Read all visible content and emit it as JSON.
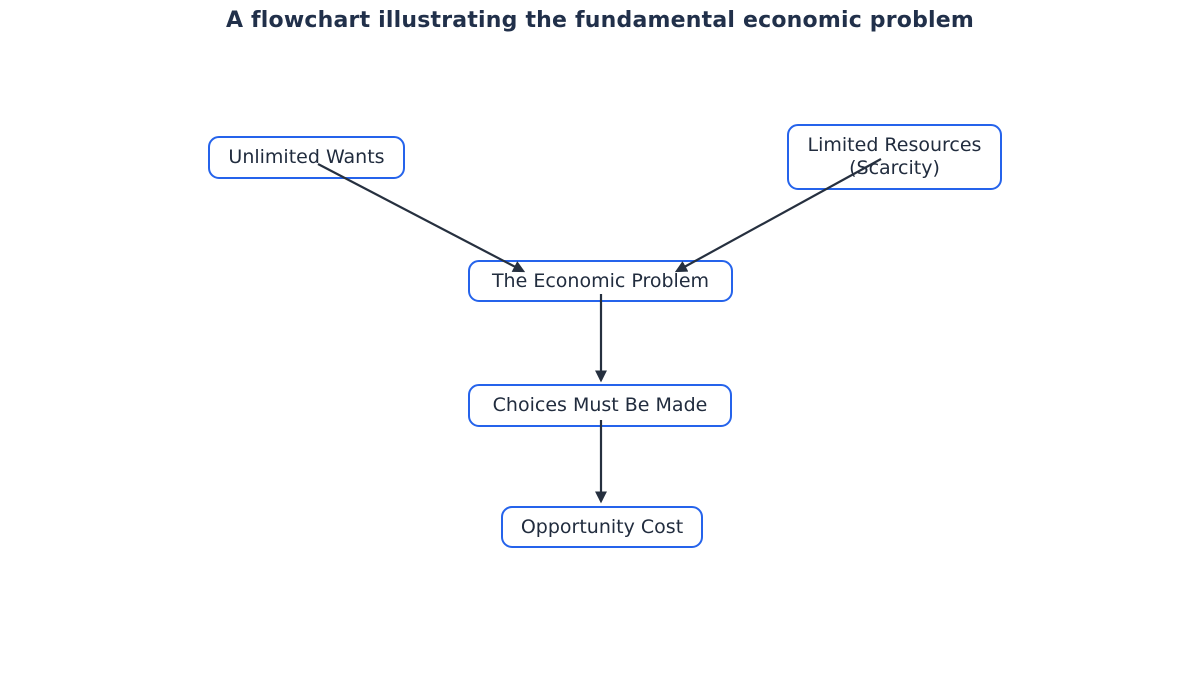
{
  "title": "A flowchart illustrating the fundamental economic problem",
  "colors": {
    "background": "#ffffff",
    "node_border": "#2563eb",
    "node_fill": "#ffffff",
    "node_text": "#212c3e",
    "title_text": "#21304a",
    "arrow": "#26303f"
  },
  "diagram": {
    "type": "flowchart",
    "direction": "top-down",
    "nodes": [
      {
        "id": "unlimited_wants",
        "label": "Unlimited Wants"
      },
      {
        "id": "limited_resources",
        "label": "Limited Resources\n(Scarcity)"
      },
      {
        "id": "economic_problem",
        "label": "The Economic Problem"
      },
      {
        "id": "choices",
        "label": "Choices Must Be Made"
      },
      {
        "id": "opportunity_cost",
        "label": "Opportunity Cost"
      }
    ],
    "edges": [
      {
        "from": "unlimited_wants",
        "to": "economic_problem"
      },
      {
        "from": "limited_resources",
        "to": "economic_problem"
      },
      {
        "from": "economic_problem",
        "to": "choices"
      },
      {
        "from": "choices",
        "to": "opportunity_cost"
      }
    ]
  }
}
